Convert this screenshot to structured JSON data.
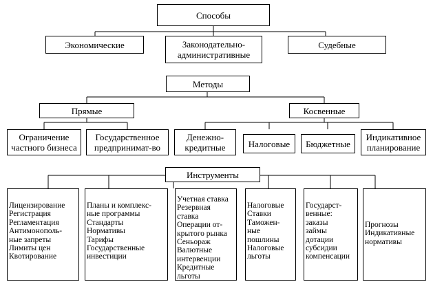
{
  "top": "Способы",
  "ways": {
    "economic": "Экономические",
    "legal": [
      "Законодательно-",
      "административные"
    ],
    "judicial": "Судебные"
  },
  "methods": "Методы",
  "direct": "Прямые",
  "indirect": "Косвенные",
  "direct_sub": {
    "limit": [
      "Ограничение",
      "частного бизнеса"
    ],
    "state": [
      "Государственное",
      "предпринимат-во"
    ]
  },
  "indirect_sub": {
    "monetary": [
      "Денежно-",
      "кредитные"
    ],
    "tax": "Налоговые",
    "budget": "Бюджетные",
    "plan": [
      "Индикативное",
      "планирование"
    ]
  },
  "instruments": "Инструменты",
  "lists": {
    "a": [
      "Лицензирование",
      "Регистрация",
      "Регламентация",
      "Антимонополь-",
      "ные  запреты",
      "Лимиты цен",
      "Квотирование"
    ],
    "b": [
      "Планы и комплекс-",
      "ные программы",
      "Стандарты",
      "Нормативы",
      "Тарифы",
      "Государственные",
      "инвестиции"
    ],
    "c": [
      "Учетная ставка",
      "Резервная",
      "ставка",
      "Операции от-",
      "крытого рынка",
      "Сеньораж",
      "Валютные",
      "интервенции",
      "Кредитные",
      "льготы"
    ],
    "d": [
      "Налоговые",
      "Ставки",
      "Таможен-",
      "ные",
      "пошлины",
      "Налоговые",
      "льготы"
    ],
    "e": [
      "Государст-",
      "венные:",
      "заказы",
      "займы",
      "дотации",
      "субсидии",
      "компенсации"
    ],
    "f": [
      "Прогнозы",
      "Индикативные",
      "нормативы"
    ]
  }
}
